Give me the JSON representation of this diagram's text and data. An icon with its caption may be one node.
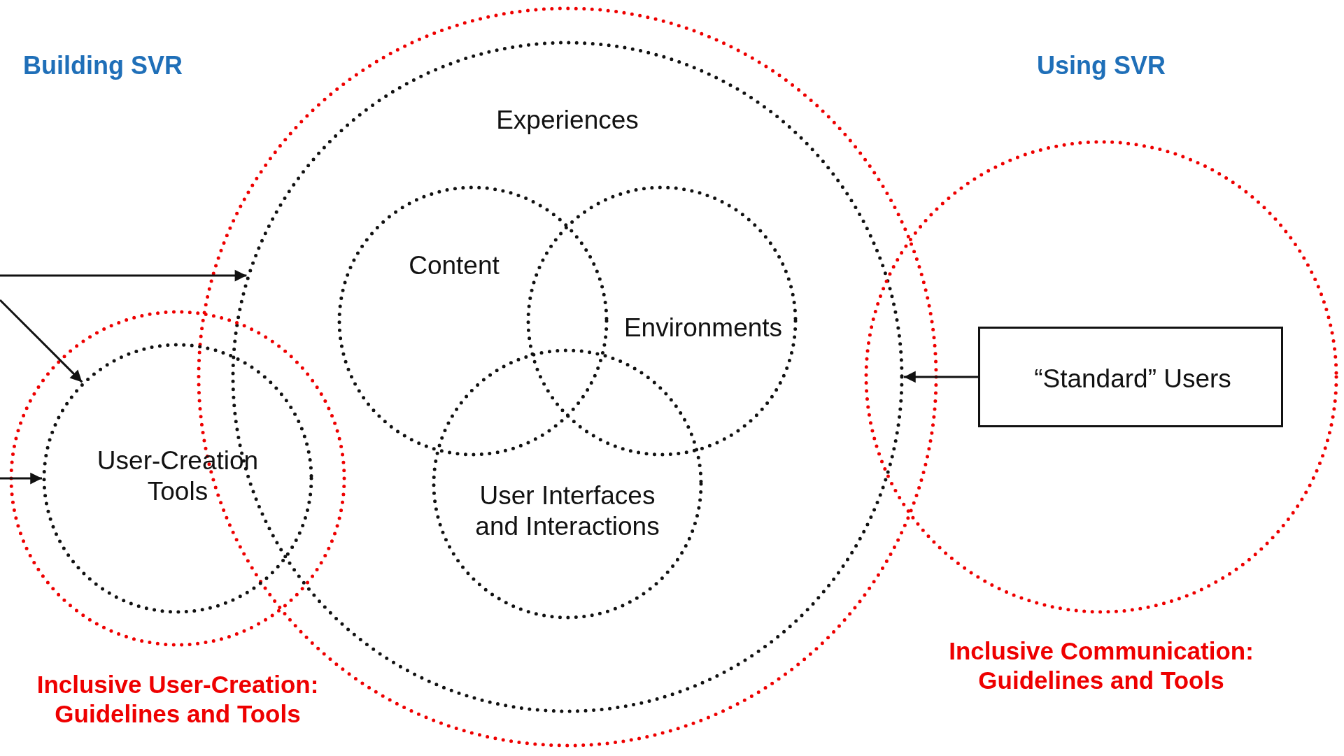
{
  "diagram": {
    "nodes": [
      {
        "text": [],
        "shape": "circle"
      },
      {
        "text": [
          "Experiences"
        ],
        "in": 0
      },
      {
        "text": [
          "Content"
        ],
        "in": 1
      },
      {
        "text": [
          "Environments"
        ],
        "in": 1
      },
      {
        "text": [
          "User Interfaces and Interactions"
        ],
        "in": 1
      },
      {
        "text": [
          "Inclusive User-Creation: Guidelines and Tools"
        ]
      },
      {
        "text": [
          "User-Creation Tools"
        ],
        "in": 5
      },
      {
        "text": [
          "Inclusive Communication: Guidelines and Tools"
        ]
      },
      {
        "text": [
          "“Standard” Users"
        ],
        "in": 7
      }
    ],
    "edges": [
      {
        "from": null,
        "to": 1,
        "arrow": "to"
      },
      {
        "from": null,
        "to": 6,
        "arrow": "to"
      },
      {
        "from": null,
        "to": 6,
        "arrow": "to"
      },
      {
        "from": 8,
        "to": 1,
        "arrow": "to"
      }
    ],
    "labels": [
      "Building SVR",
      "Using SVR"
    ]
  }
}
